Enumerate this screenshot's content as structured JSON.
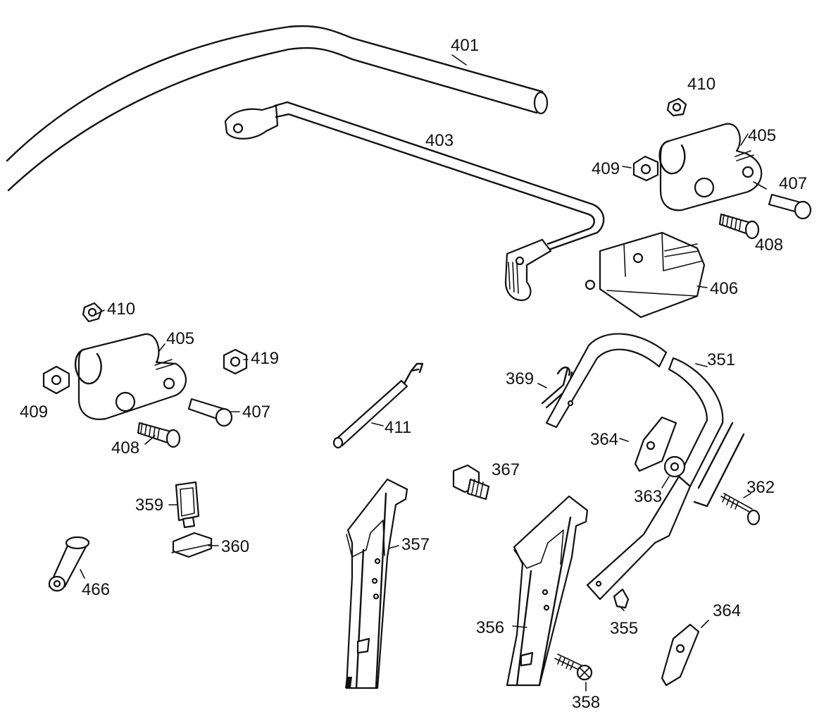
{
  "diagram": {
    "labels": {
      "p401": "401",
      "p403": "403",
      "p410a": "410",
      "p405a": "405",
      "p409a": "409",
      "p407a": "407",
      "p408a": "408",
      "p406": "406",
      "p410b": "410",
      "p405b": "405",
      "p419": "419",
      "p409b": "409",
      "p407b": "407",
      "p408b": "408",
      "p411": "411",
      "p369": "369",
      "p351": "351",
      "p364a": "364",
      "p367": "367",
      "p363": "363",
      "p362": "362",
      "p359": "359",
      "p360": "360",
      "p357": "357",
      "p466": "466",
      "p356": "356",
      "p355": "355",
      "p364b": "364",
      "p358": "358"
    }
  }
}
